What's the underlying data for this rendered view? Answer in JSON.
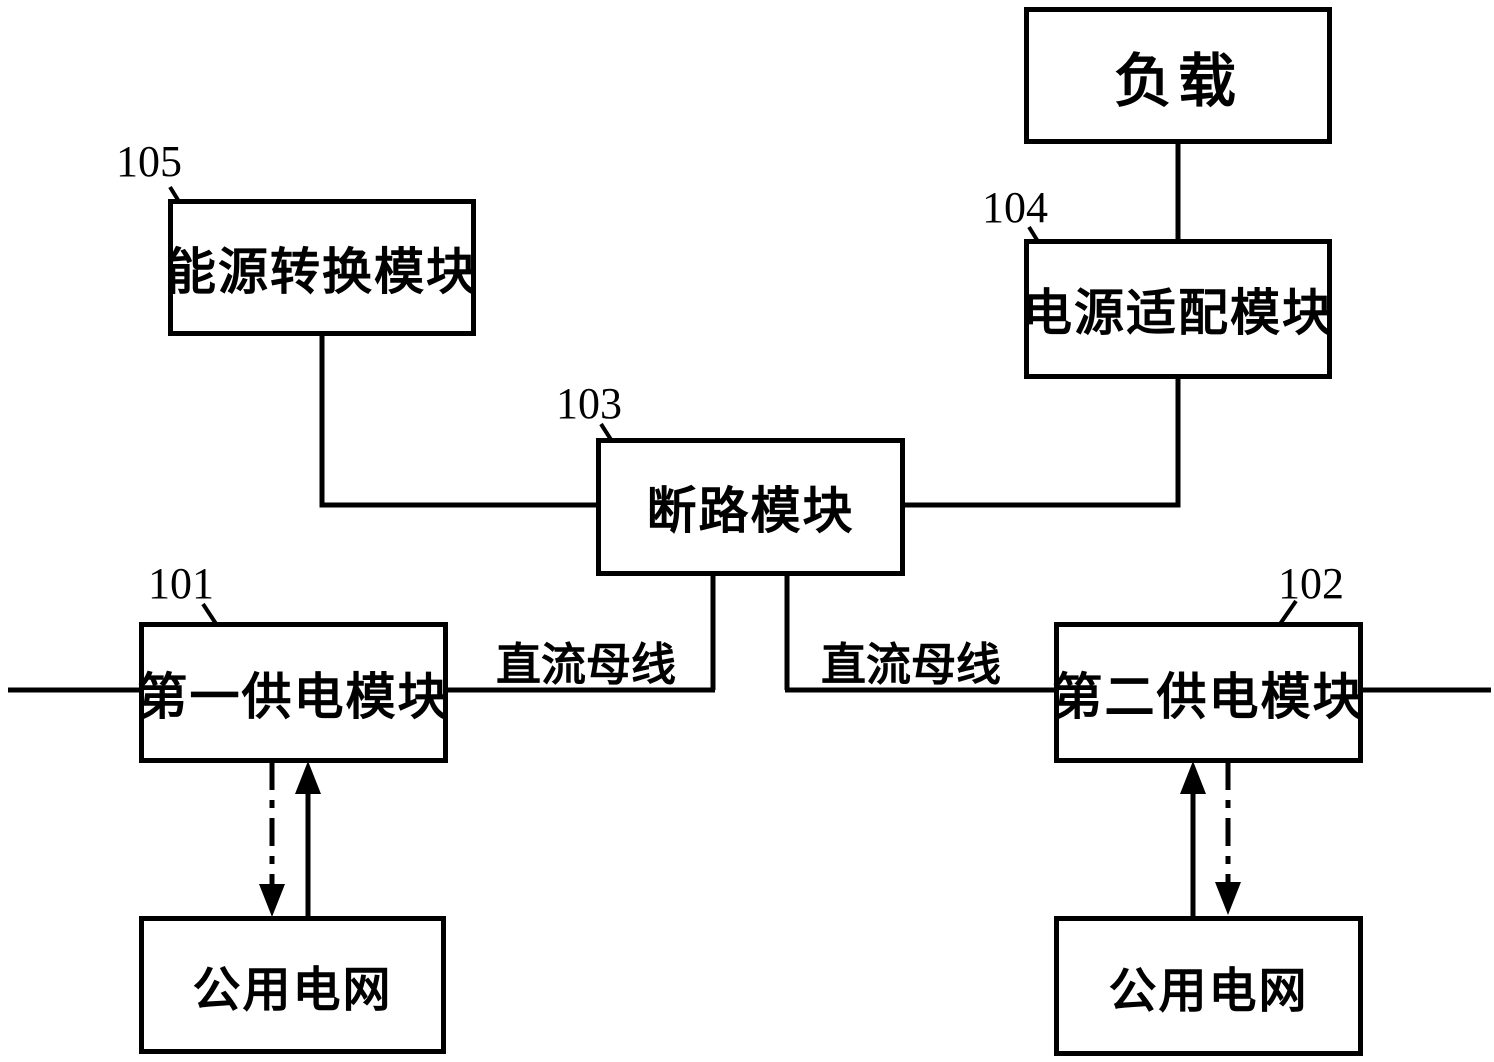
{
  "diagram_title": "dual power supply system block diagram",
  "colors": {
    "background": "#ffffff",
    "line": "#000000",
    "text": "#000000"
  },
  "boxes": {
    "load": {
      "label": "负载"
    },
    "adapter": {
      "label": "电源适配模块",
      "ref": "104"
    },
    "energy": {
      "label": "能源转换模块",
      "ref": "105"
    },
    "breaker": {
      "label": "断路模块",
      "ref": "103"
    },
    "supply_first": {
      "label": "第一供电模块",
      "ref": "101"
    },
    "supply_second": {
      "label": "第二供电模块",
      "ref": "102"
    },
    "grid_left": {
      "label": "公用电网"
    },
    "grid_right": {
      "label": "公用电网"
    }
  },
  "bus": {
    "left_label": "直流母线",
    "right_label": "直流母线"
  }
}
